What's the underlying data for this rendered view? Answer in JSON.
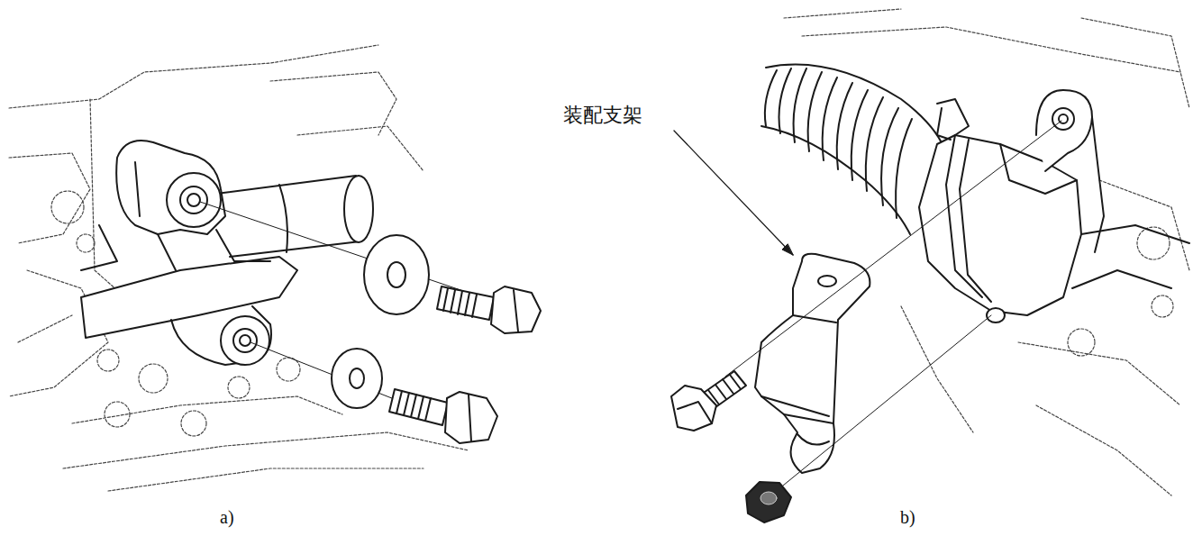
{
  "diagram": {
    "labels": [
      "装配支架",
      "a)",
      "b)"
    ]
  }
}
